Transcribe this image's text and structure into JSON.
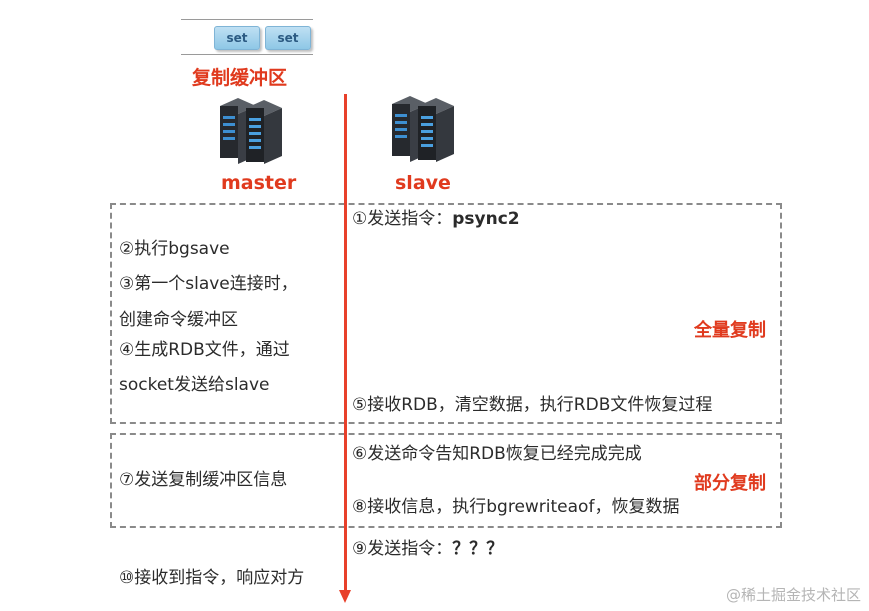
{
  "buffer": {
    "chips": [
      "set",
      "set"
    ],
    "title": "复制缓冲区"
  },
  "nodes": {
    "master_label": "master",
    "slave_label": "slave"
  },
  "full_sync": {
    "label": "全量复制",
    "step1_prefix": "①发送指令：",
    "step1_cmd": "psync2",
    "step2": "②执行bgsave",
    "step3_line1": "③第一个slave连接时，",
    "step3_line2": "创建命令缓冲区",
    "step4_line1": "④生成RDB文件，通过",
    "step4_line2": "socket发送给slave",
    "step5": "⑤接收RDB，清空数据，执行RDB文件恢复过程"
  },
  "partial_sync": {
    "label": "部分复制",
    "step6": "⑥发送命令告知RDB恢复已经完成完成",
    "step7": "⑦发送复制缓冲区信息",
    "step8": "⑧接收信息，执行bgrewriteaof，恢复数据"
  },
  "after": {
    "step9_prefix": "⑨发送指令：",
    "step9_cmd": "？？？",
    "step10": "⑩接收到指令，响应对方"
  },
  "watermark": "@稀土掘金技术社区",
  "colors": {
    "accent_red": "#e03a1e",
    "timeline": "#e8402a",
    "dash_border": "#8a8a8a",
    "chip_fill": "#a9d4ec"
  }
}
